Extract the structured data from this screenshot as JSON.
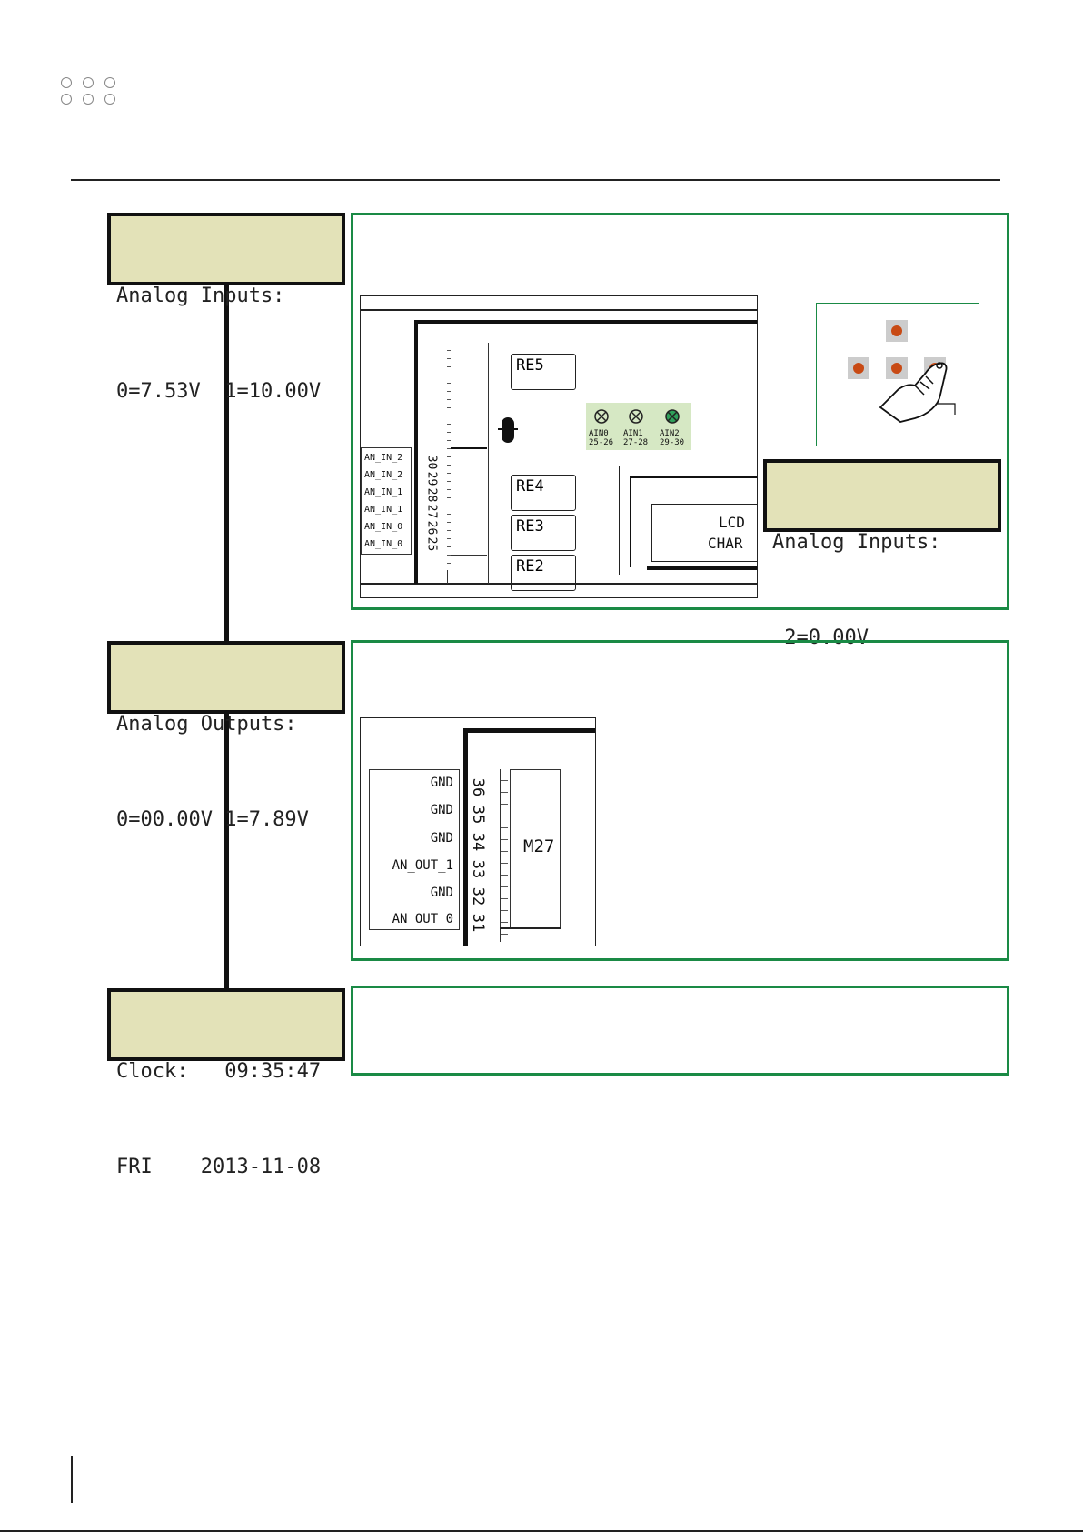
{
  "lcd_inputs": {
    "line1": "Analog Inputs:",
    "line2": "0=7.53V  1=10.00V"
  },
  "lcd_inputs2": {
    "line1": "Analog Inputs:",
    "line2": " 2=0.00V"
  },
  "lcd_outputs": {
    "line1": "Analog Outputs:",
    "line2": "0=00.00V 1=7.89V"
  },
  "lcd_clock": {
    "line1": "Clock:   09:35:47",
    "line2": "FRI    2013-11-08"
  },
  "inputs_schematic": {
    "terminal_labels": [
      "AN_IN_2",
      "AN_IN_2",
      "AN_IN_1",
      "AN_IN_1",
      "AN_IN_0",
      "AN_IN_0"
    ],
    "terminal_numbers": [
      "30",
      "29",
      "28",
      "27",
      "26",
      "25"
    ],
    "relays": [
      "RE5",
      "RE4",
      "RE3",
      "RE2"
    ],
    "leds": [
      {
        "name": "AIN0",
        "pins": "25-26",
        "active": false
      },
      {
        "name": "AIN1",
        "pins": "27-28",
        "active": false
      },
      {
        "name": "AIN2",
        "pins": "29-30",
        "active": true
      }
    ],
    "lcd_label_1": "LCD",
    "lcd_label_2": "CHAR"
  },
  "outputs_schematic": {
    "terminal_labels": [
      "GND",
      "GND",
      "GND",
      "AN_OUT_1",
      "GND",
      "AN_OUT_0"
    ],
    "terminal_numbers": [
      "36",
      "35",
      "34",
      "33",
      "32",
      "31"
    ],
    "module": "M27"
  },
  "colors": {
    "green_frame": "#1a8a45",
    "lcd_bg": "#e3e2b8",
    "led_active": "#2fa05a",
    "key_dot": "#c84a14"
  },
  "icons": [
    "hand-pointer-icon",
    "led-indicator-icon"
  ]
}
